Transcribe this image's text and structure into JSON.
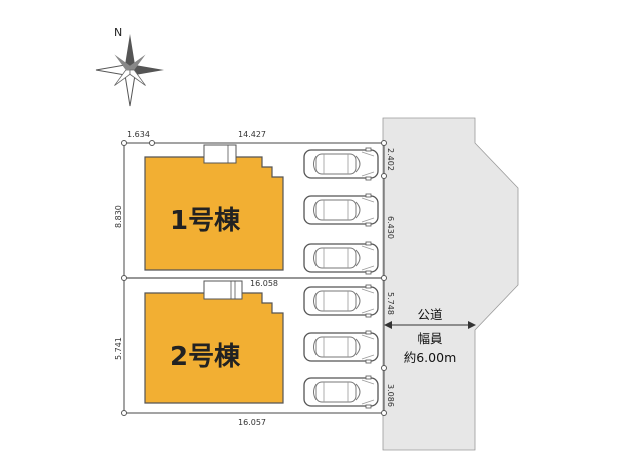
{
  "compass": {
    "north_label": "N",
    "icon": "compass-rose-icon"
  },
  "colors": {
    "building": "#F2AF33",
    "road": "#E7E7E7",
    "lot_line": "#666666",
    "building_outline": "#555555"
  },
  "buildings": [
    {
      "label": "1号棟"
    },
    {
      "label": "2号棟"
    }
  ],
  "dimensions": {
    "top_left_offset": "1.634",
    "top_width": "14.427",
    "left_upper_depth": "8.830",
    "left_lower_depth": "5.741",
    "middle_width": "16.058",
    "bottom_width": "16.057",
    "right_top": "2.402",
    "right_mid_upper": "6.430",
    "right_mid_lower": "5.748",
    "right_bottom": "3.086"
  },
  "road": {
    "line1": "公道",
    "line2": "幅員",
    "line3": "約6.00m"
  },
  "parking_spaces": [
    {
      "icon": "car-icon"
    },
    {
      "icon": "car-icon"
    },
    {
      "icon": "car-icon"
    },
    {
      "icon": "car-icon"
    },
    {
      "icon": "car-icon"
    },
    {
      "icon": "car-icon"
    }
  ]
}
